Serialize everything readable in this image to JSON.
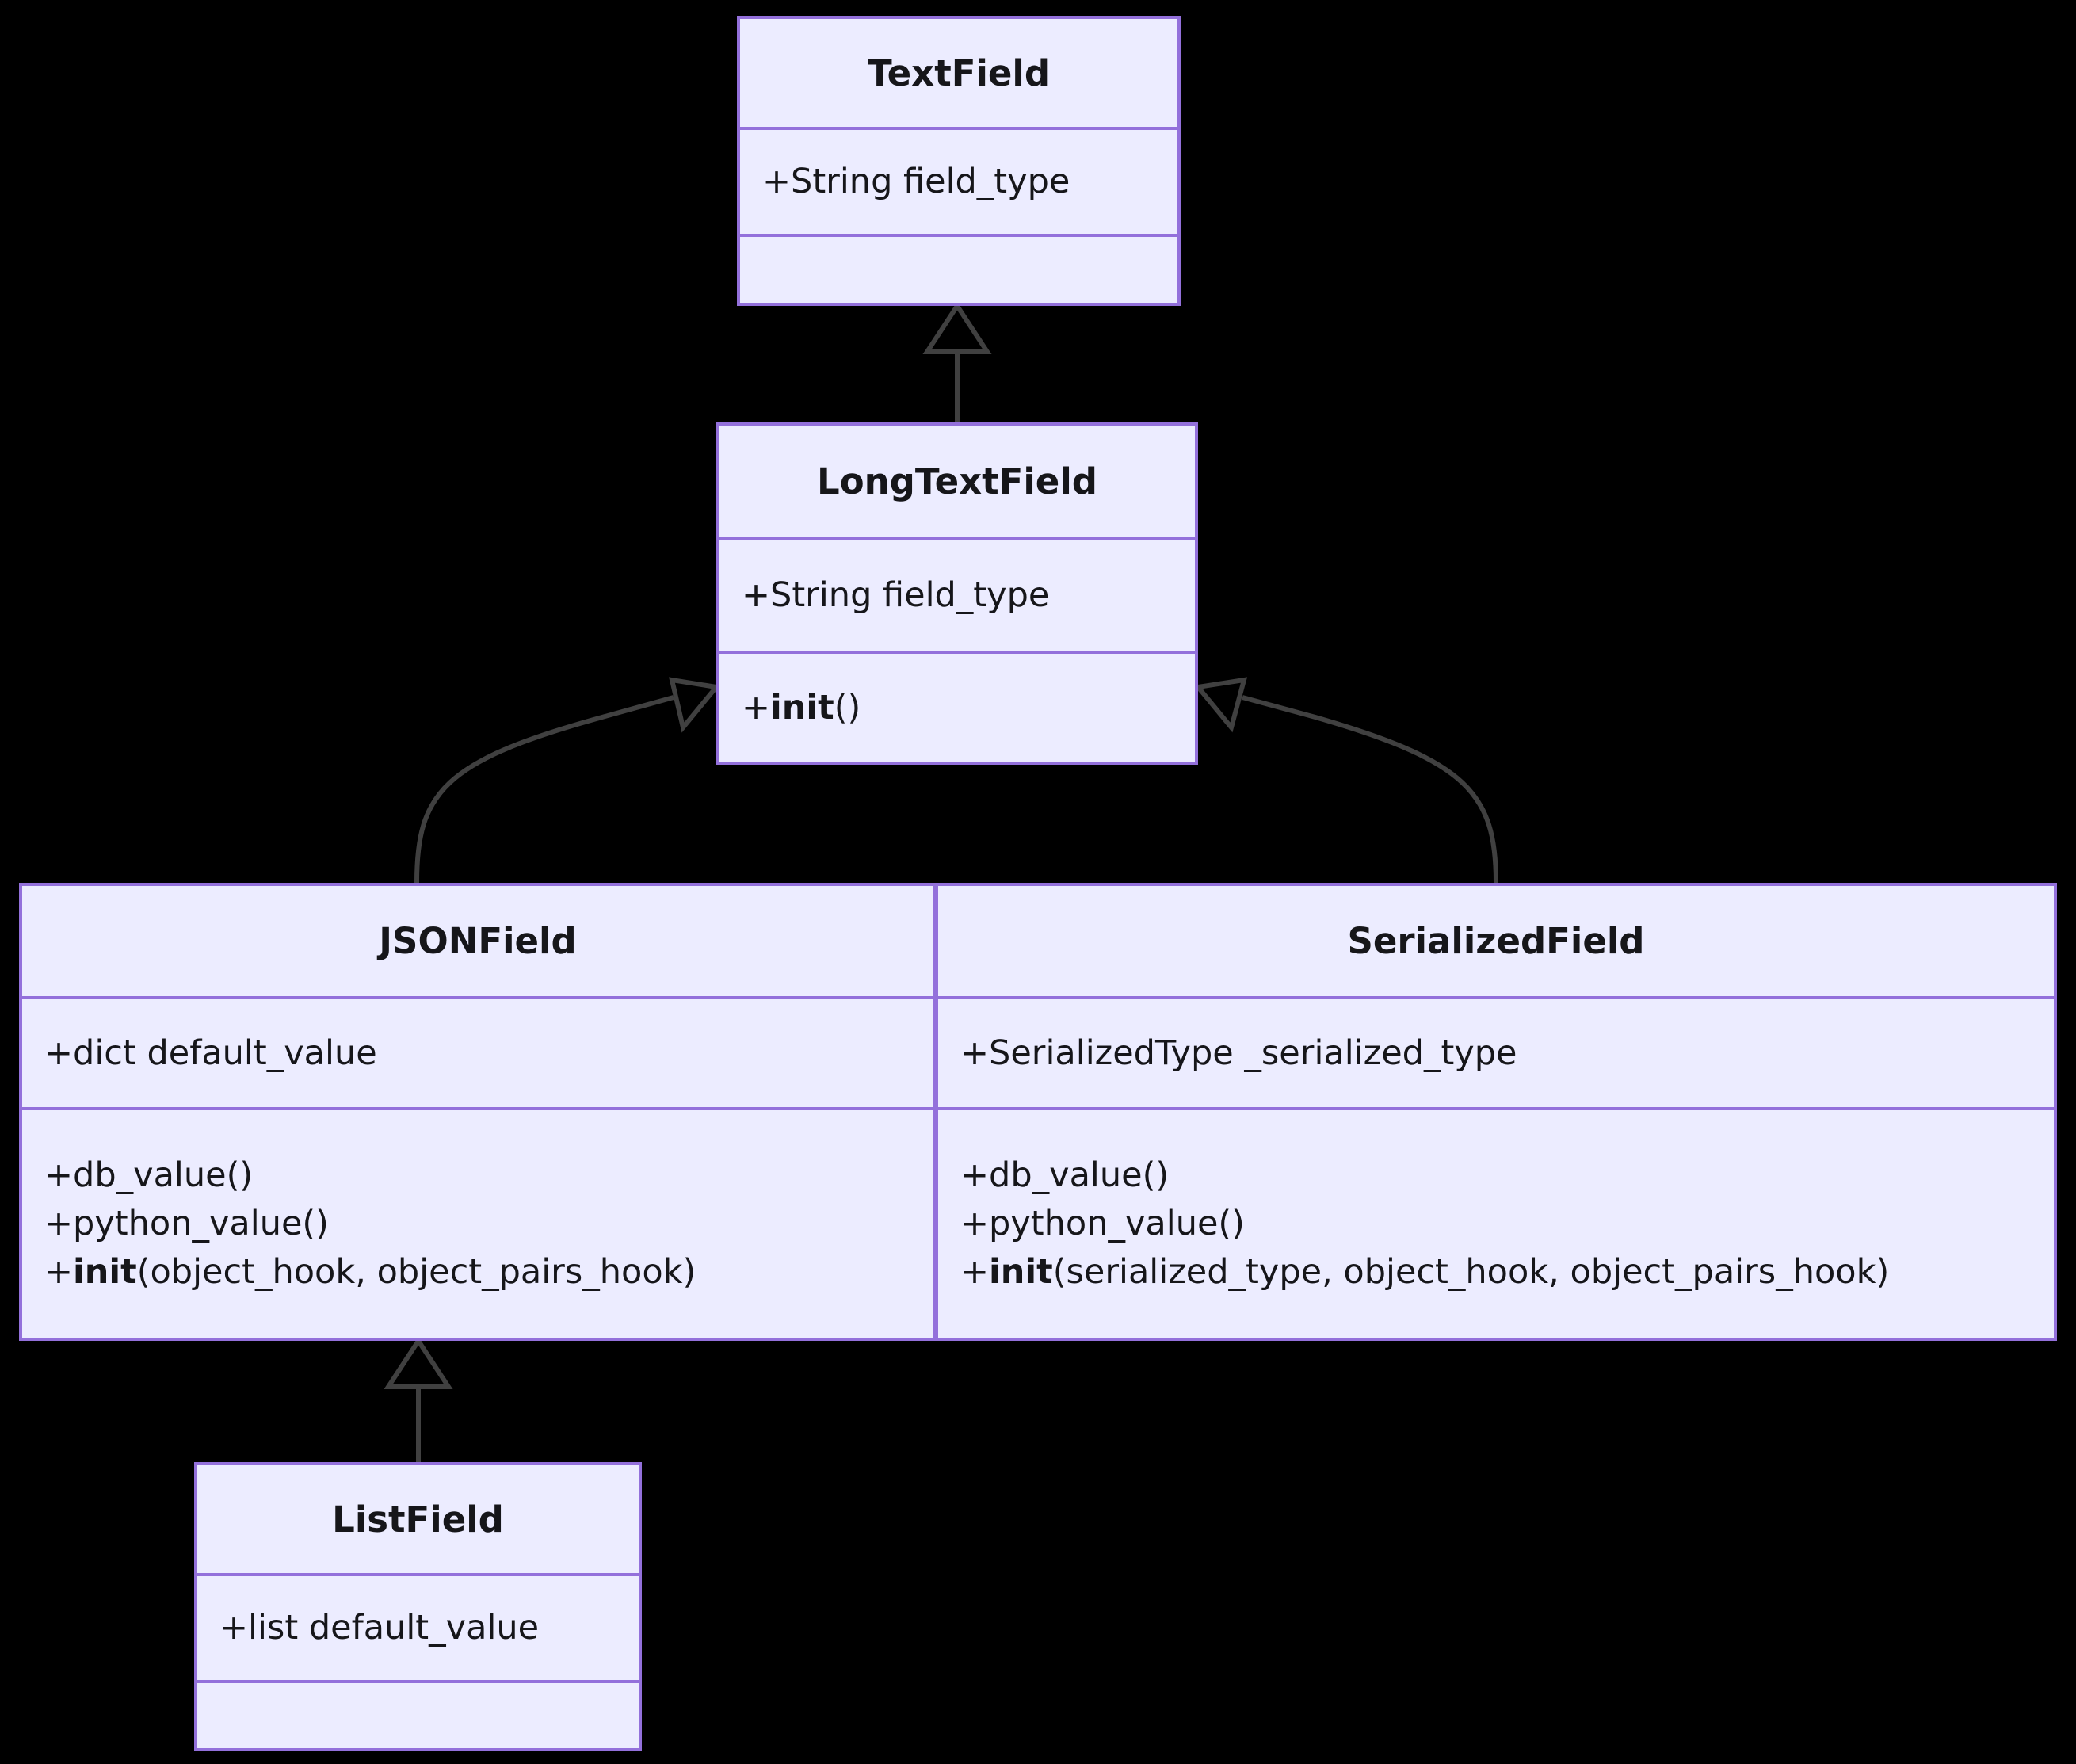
{
  "diagram": {
    "kind": "uml-class-diagram",
    "background_color": "#000000",
    "node_fill_color": "#ECECFF",
    "node_border_color": "#9370DB",
    "text_color": "#16161A",
    "edge_color": "#404040",
    "classes": [
      {
        "id": "textfield",
        "name": "TextField",
        "attributes": [
          "+String field_type"
        ],
        "methods": []
      },
      {
        "id": "longtextfield",
        "name": "LongTextField",
        "attributes": [
          "+String field_type"
        ],
        "methods": [
          {
            "prefix": "+",
            "name": "init",
            "args": "()"
          }
        ]
      },
      {
        "id": "jsonfield",
        "name": "JSONField",
        "attributes": [
          "+dict default_value"
        ],
        "methods": [
          {
            "prefix": "+",
            "name": "db_value",
            "args": "()"
          },
          {
            "prefix": "+",
            "name": "python_value",
            "args": "()"
          },
          {
            "prefix": "+",
            "name": "init",
            "args": "(object_hook, object_pairs_hook)",
            "bold_name": true
          }
        ]
      },
      {
        "id": "serializedfield",
        "name": "SerializedField",
        "attributes": [
          "+SerializedType _serialized_type"
        ],
        "methods": [
          {
            "prefix": "+",
            "name": "db_value",
            "args": "()"
          },
          {
            "prefix": "+",
            "name": "python_value",
            "args": "()"
          },
          {
            "prefix": "+",
            "name": "init",
            "args": "(serialized_type, object_hook, object_pairs_hook)",
            "bold_name": true
          }
        ]
      },
      {
        "id": "listfield",
        "name": "ListField",
        "attributes": [
          "+list default_value"
        ],
        "methods": []
      }
    ],
    "relations": [
      {
        "type": "inheritance",
        "child": "LongTextField",
        "parent": "TextField"
      },
      {
        "type": "inheritance",
        "child": "JSONField",
        "parent": "LongTextField"
      },
      {
        "type": "inheritance",
        "child": "SerializedField",
        "parent": "LongTextField"
      },
      {
        "type": "inheritance",
        "child": "ListField",
        "parent": "JSONField"
      }
    ]
  }
}
